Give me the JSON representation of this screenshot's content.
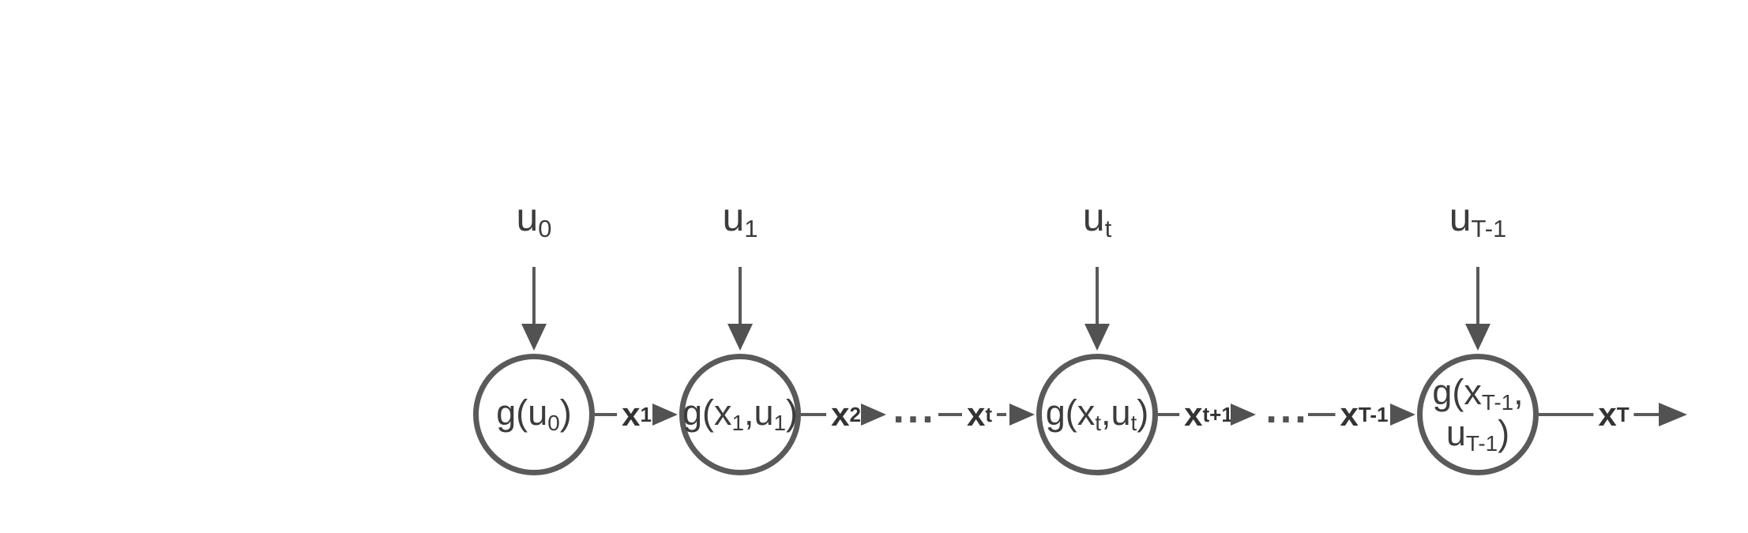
{
  "colors": {
    "background": "#ffffff",
    "stroke": "#5a5a5a",
    "arrow": "#525252",
    "node_text": "#3c3c3c",
    "edge_label": "#333333"
  },
  "nodes": [
    {
      "id": "g-u0",
      "input": {
        "base": "u",
        "sub": "0"
      },
      "body": {
        "pre": "g(u",
        "sub1": "0",
        "post": ")"
      }
    },
    {
      "id": "g-x1-u1",
      "input": {
        "base": "u",
        "sub": "1"
      },
      "body": {
        "pre": "g(x",
        "sub1": "1",
        "mid": ",u",
        "sub2": "1",
        "post": ")"
      }
    },
    {
      "id": "g-xt-ut",
      "input": {
        "base": "u",
        "sub": "t"
      },
      "body": {
        "pre": "g(x",
        "sub1": "t",
        "mid": ",u",
        "sub2": "t",
        "post": ")"
      }
    },
    {
      "id": "g-xT1-uT1",
      "input": {
        "base": "u",
        "sub": "T-1"
      },
      "body": {
        "line1_pre": "g(x",
        "line1_sub": "T-1",
        "line1_post": ",",
        "line2_pre": "u",
        "line2_sub": "T-1",
        "line2_post": ")"
      }
    }
  ],
  "edges": {
    "x1": {
      "base": "x",
      "sub": "1"
    },
    "x2": {
      "base": "x",
      "sub": "2"
    },
    "xt": {
      "base": "x",
      "sub": "t"
    },
    "xt1": {
      "base": "x",
      "sub": "t+1"
    },
    "xT1": {
      "base": "x",
      "sub": "T-1"
    },
    "xT": {
      "base": "x",
      "sub": "T"
    },
    "dots_left": "...",
    "dots_right": "..."
  }
}
